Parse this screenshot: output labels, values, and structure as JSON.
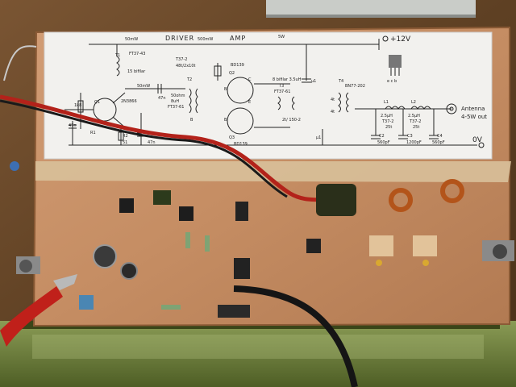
{
  "schematic": {
    "section_labels": {
      "driver": "DRIVER",
      "amp": "AMP",
      "supply": "+12V",
      "ground": "0V",
      "power_50mw_a": "50mW",
      "power_500mw": "500mW",
      "power_5w": "5W",
      "power_50mw_b": "50mW"
    },
    "output": {
      "antenna": "Antenna",
      "power": "4-5W out"
    },
    "components": {
      "t1": "T1",
      "t1_core": "FT37-43",
      "t1_wind": "15 bifilar",
      "q1": "Q1",
      "q1_part": "2N3866",
      "r_1k8": "1k8",
      "c_47n_a": "47n",
      "r1": "R1",
      "r2": "R2",
      "r2_val": "51",
      "c1": "C1",
      "c1_val": "47n",
      "c_47n_b": "47n",
      "t37": "T37-2",
      "t37_wind": "48t/2x10t",
      "t2": "T2",
      "t2_a": "50ohm",
      "t2_b": "8uH",
      "t2_c": "FT37-61",
      "q2": "Q2",
      "q2_part": "BD139",
      "q3": "Q3",
      "q3_part": "BD139",
      "t3": "T3",
      "t3_core": "FT37-61",
      "t3_wind": "2t/ 150-2",
      "t3_note": "8 bifilar 3.5uH",
      "c_u1_a": "µ1",
      "c_u1_b": "µ1",
      "t4": "T4",
      "t4_core": "BN77-202",
      "t4_w1": "4t",
      "t4_w2": "4t",
      "l1": "L1",
      "l1_val": "2.5µH",
      "l1_core": "T37-2",
      "l1_turns": "25t",
      "l2": "L2",
      "l2_val": "2.5µH",
      "l2_core": "T37-2",
      "l2_turns": "25t",
      "c2": "C2",
      "c2_val": "560pF",
      "c3": "C3",
      "c3_val": "1200pF",
      "c4": "C4",
      "c4_val": "560pF",
      "e": "E",
      "c": "C",
      "b_a": "B",
      "b_b": "B",
      "b_c": "B",
      "ecb": "e c b"
    }
  },
  "colors": {
    "wood": "#6b4a2a",
    "pcb": "#c9926a",
    "paper": "#f2f1ee",
    "tape": "#d8c09a",
    "base": "#6a7d3c",
    "wire_red": "#b3221a",
    "wire_black": "#1a1a1a"
  }
}
